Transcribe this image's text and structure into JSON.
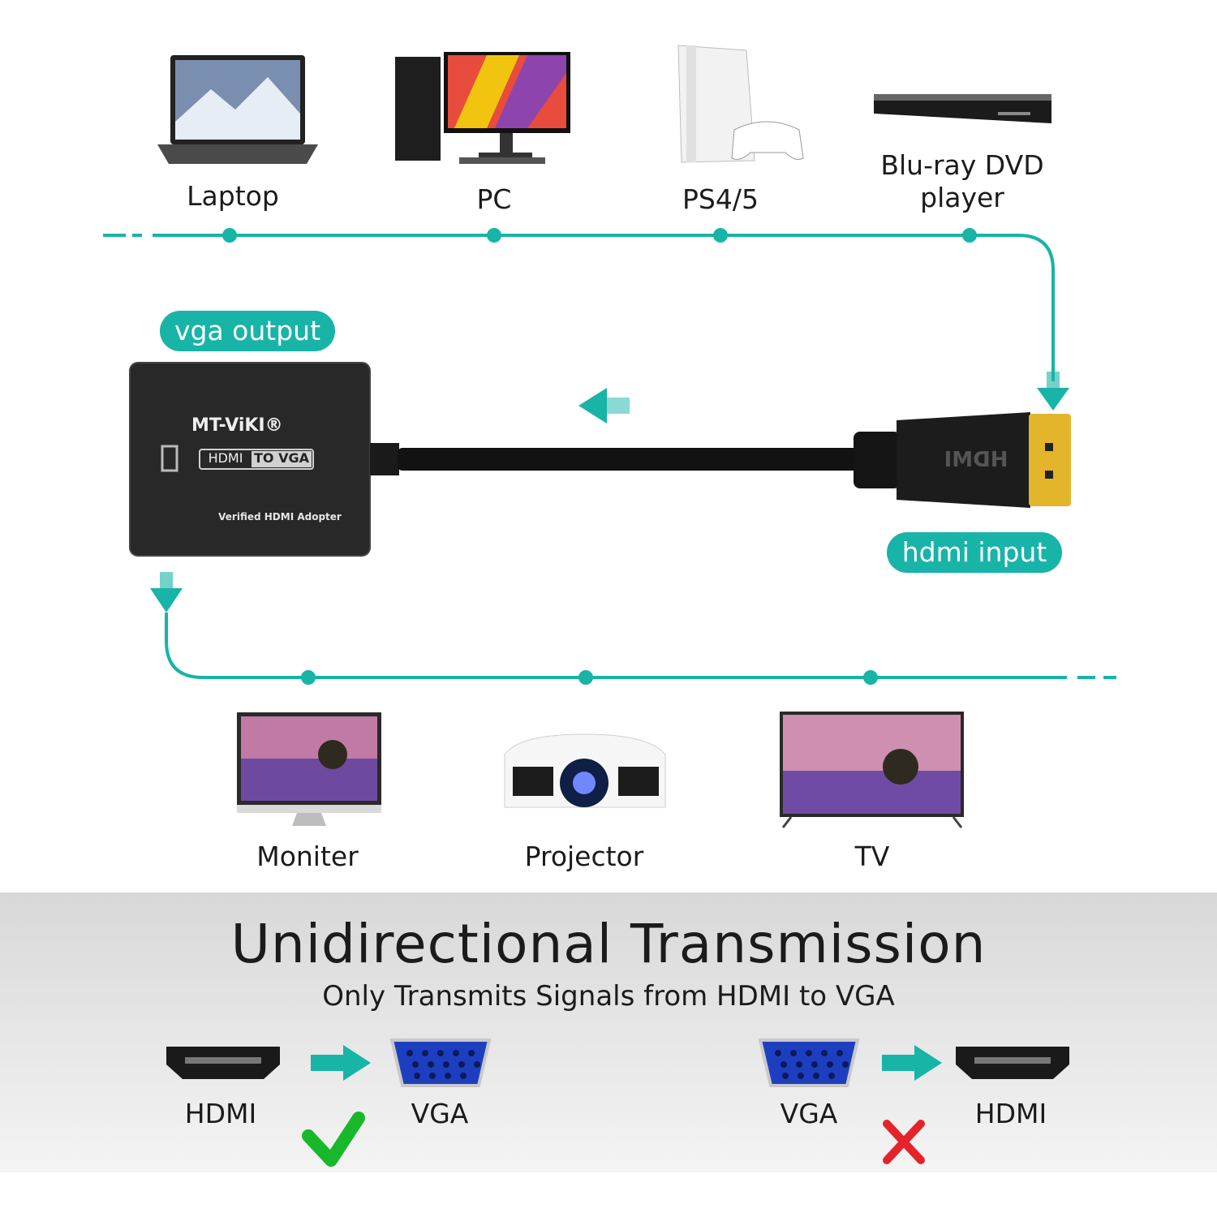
{
  "colors": {
    "accent": "#17b4a7",
    "ok": "#19b82a",
    "bad": "#e5232a",
    "vga_blue": "#1d3fbf"
  },
  "sources": [
    {
      "label": "Laptop",
      "icon": "laptop-icon"
    },
    {
      "label": "PC",
      "icon": "desktop-pc-icon"
    },
    {
      "label": "PS4/5",
      "icon": "game-console-icon"
    },
    {
      "label": "Blu-ray DVD player",
      "icon": "bluray-player-icon"
    }
  ],
  "outputs": [
    {
      "label": "Moniter",
      "icon": "monitor-icon"
    },
    {
      "label": "Projector",
      "icon": "projector-icon"
    },
    {
      "label": "TV",
      "icon": "tv-icon"
    }
  ],
  "adapter": {
    "brand": "MT-ViKI®",
    "badge_left": "HDMI",
    "badge_right": "TO VGA",
    "caption": "Verified HDMI Adopter",
    "plug_text": "HDMI"
  },
  "pills": {
    "vga": "vga output",
    "hdmi": "hdmi input"
  },
  "bottom": {
    "title": "Unidirectional Transmission",
    "subtitle": "Only Transmits Signals from HDMI to VGA",
    "allowed": {
      "from": "HDMI",
      "to": "VGA",
      "mark": "check-icon"
    },
    "blocked": {
      "from": "VGA",
      "to": "HDMI",
      "mark": "cross-icon"
    }
  }
}
